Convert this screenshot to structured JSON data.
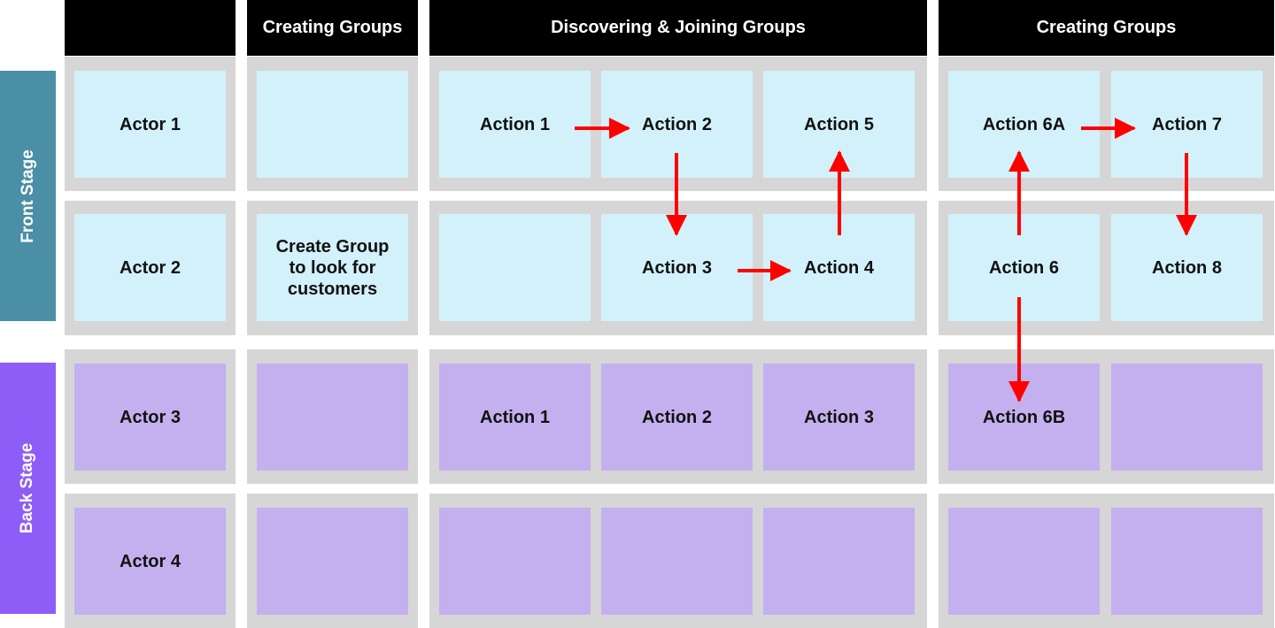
{
  "colors": {
    "header": "#000000",
    "group_bg": "#d6d6d6",
    "front_cell": "#d2f1fb",
    "back_cell": "#c4b0ee",
    "front_stage": "#4a8fa5",
    "back_stage": "#8e5cf6",
    "arrow": "#ff0000"
  },
  "headers": [
    "Creating Groups",
    "Discovering & Joining Groups",
    "Creating Groups"
  ],
  "stages": {
    "front": "Front Stage",
    "back": "Back Stage"
  },
  "rows": [
    {
      "actor": "Actor 1",
      "step": "",
      "discover": [
        "Action 1",
        "Action 2",
        "Action 5"
      ],
      "create": [
        "Action 6A",
        "Action 7"
      ]
    },
    {
      "actor": "Actor 2",
      "step": "Create Group to look for customers",
      "discover": [
        "",
        "Action 3",
        "Action 4"
      ],
      "create": [
        "Action 6",
        "Action 8"
      ]
    },
    {
      "actor": "Actor 3",
      "step": "",
      "discover": [
        "Action 1",
        "Action 2",
        "Action 3"
      ],
      "create": [
        "Action 6B",
        ""
      ]
    },
    {
      "actor": "Actor 4",
      "step": "",
      "discover": [
        "",
        "",
        ""
      ],
      "create": [
        "",
        ""
      ]
    }
  ],
  "flows": [
    {
      "from": "Action 1",
      "to": "Action 2"
    },
    {
      "from": "Action 2",
      "to": "Action 3"
    },
    {
      "from": "Action 3",
      "to": "Action 4"
    },
    {
      "from": "Action 4",
      "to": "Action 5"
    },
    {
      "from": "Action 6",
      "to": "Action 6A"
    },
    {
      "from": "Action 6A",
      "to": "Action 7"
    },
    {
      "from": "Action 7",
      "to": "Action 8"
    },
    {
      "from": "Action 6",
      "to": "Action 6B"
    }
  ]
}
